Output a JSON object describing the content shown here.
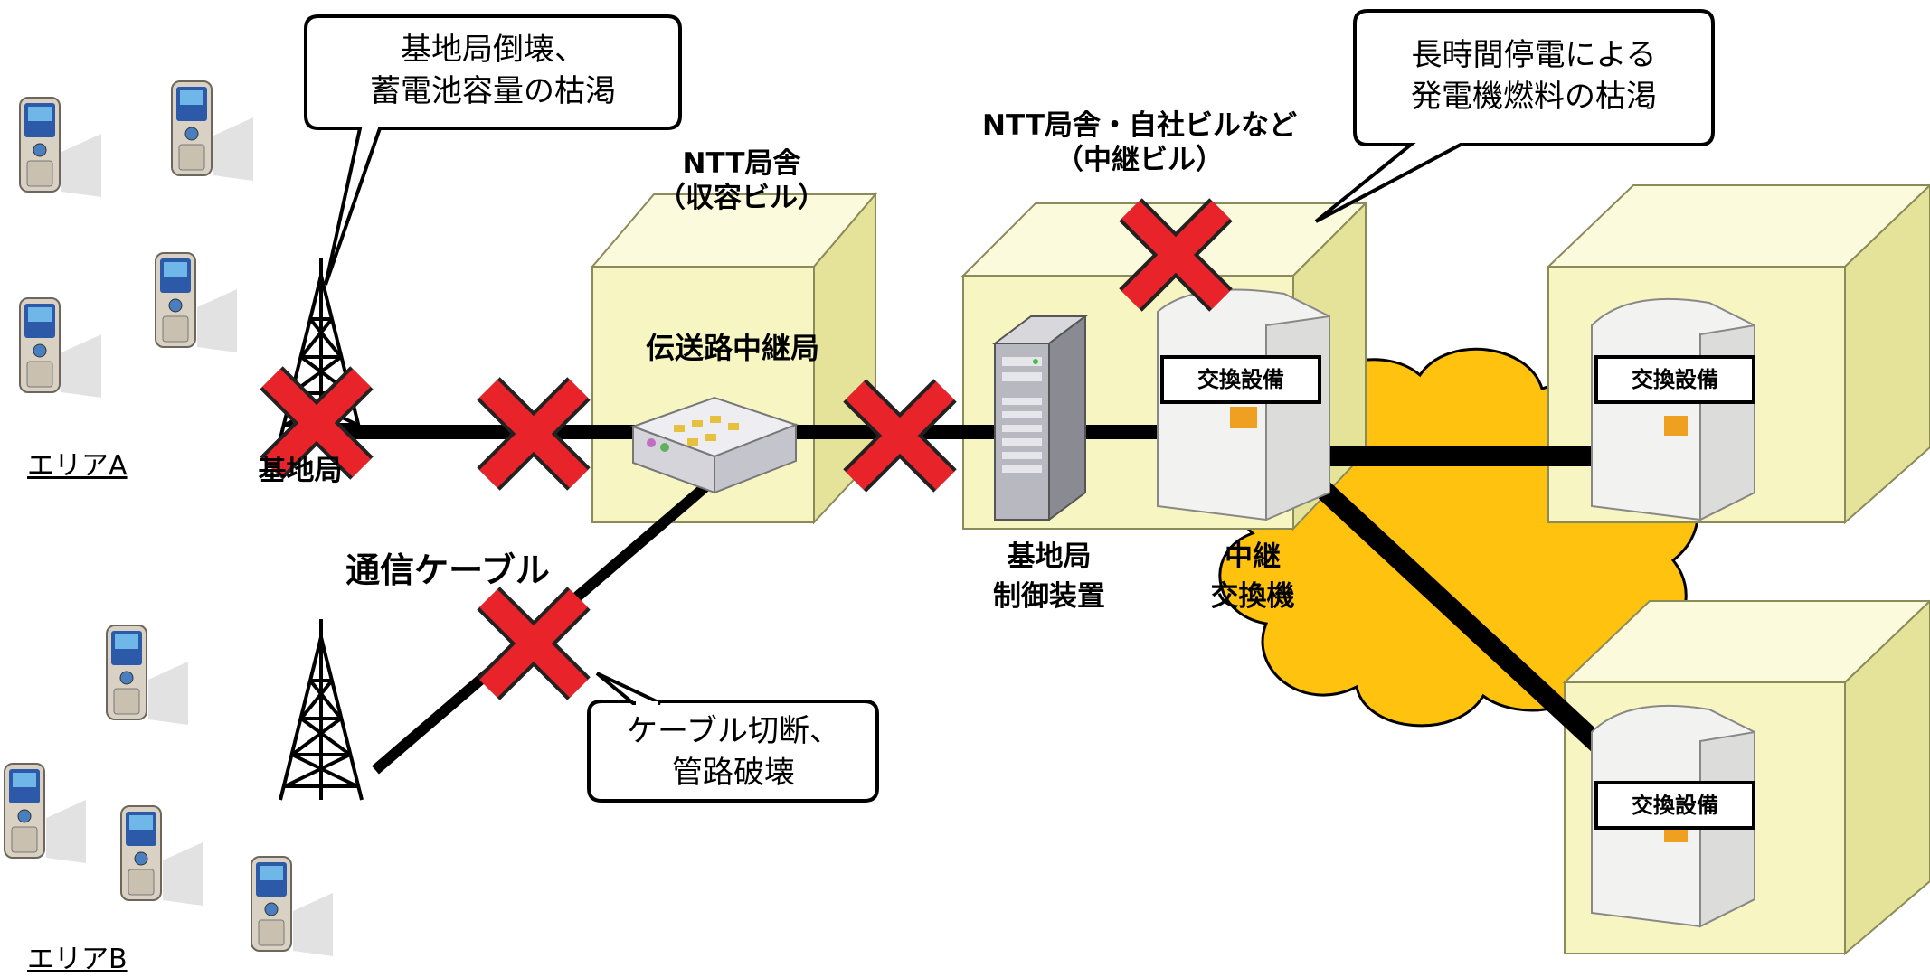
{
  "callouts": {
    "base_station": [
      "基地局倒壊、",
      "蓄電池容量の枯渇"
    ],
    "power_outage": [
      "長時間停電による",
      "発電機燃料の枯渇"
    ],
    "cable": [
      "ケーブル切断、",
      "管路破壊"
    ]
  },
  "buildings": {
    "accommodation": [
      "NTT局舎",
      "（収容ビル）"
    ],
    "relay": [
      "NTT局舎・自社ビルなど",
      "（中継ビル）"
    ]
  },
  "labels": {
    "transmission_relay": "伝送路中継局",
    "base_station": "基地局",
    "comm_cable": "通信ケーブル",
    "bsc": [
      "基地局",
      "制御装置"
    ],
    "relay_switch": [
      "中継",
      "交換機"
    ],
    "area_a": "エリアA",
    "area_b": "エリアB",
    "switch_equipment": "交換設備"
  },
  "colors": {
    "building_fill": "#f7f5c2",
    "cloud_fill": "#ffc20e",
    "failure_mark": "#e8232a",
    "line": "#000000"
  }
}
